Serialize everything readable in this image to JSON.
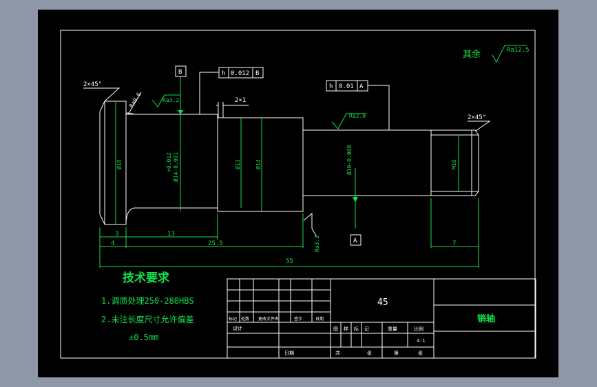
{
  "drawing": {
    "rest_surface": {
      "label": "其余",
      "roughness": "Ra12.5"
    },
    "chamfer_left": "2×45°",
    "chamfer_right": "2×45°",
    "datum_b": "B",
    "datum_a": "A",
    "tol_frame_top": {
      "symbol": "h",
      "value": "0.012",
      "datum": "B"
    },
    "tol_frame_mid": {
      "symbol": "h",
      "value": "0.01",
      "datum": "A"
    },
    "roughness_1": "Ra0.6",
    "roughness_2": "Ra3.2",
    "roughness_3": "Ra2.0",
    "roughness_4": "Ra3.2",
    "groove": "2×1",
    "dia_18": "Ø18",
    "dia_14_tol": "Ø14-0.001",
    "dia_14_tol_upper": "+0.012",
    "dia_13": "Ø13",
    "dia_14": "Ø14",
    "dia_10_tol": "Ø10-0.008",
    "thread": "M10",
    "dim_3": "3",
    "dim_4": "4",
    "dim_13": "13",
    "dim_25_5": "25.5",
    "dim_55": "55",
    "dim_7": "7"
  },
  "tech": {
    "title": "技术要求",
    "line1": "1.调质处理250-280HBS",
    "line2": "2.未注长度尺寸允许偏差",
    "line3": "±0.5mm"
  },
  "title_block": {
    "material": "45",
    "part_name": "销轴",
    "row_labels": [
      "标记",
      "处数",
      "更改文件名",
      "签字",
      "日期"
    ],
    "designer": "设计",
    "stage_labels": [
      "图",
      "样",
      "标",
      "记"
    ],
    "weight": "重量",
    "scale": "比例",
    "scale_value": "4:1",
    "date_label": "日期",
    "sheet_labels": [
      "共",
      "张",
      "第",
      "张"
    ]
  },
  "colors": {
    "line": "#ffffff",
    "annotation": "#13e04a",
    "background": "#000000",
    "frame": "#8d97a8"
  }
}
